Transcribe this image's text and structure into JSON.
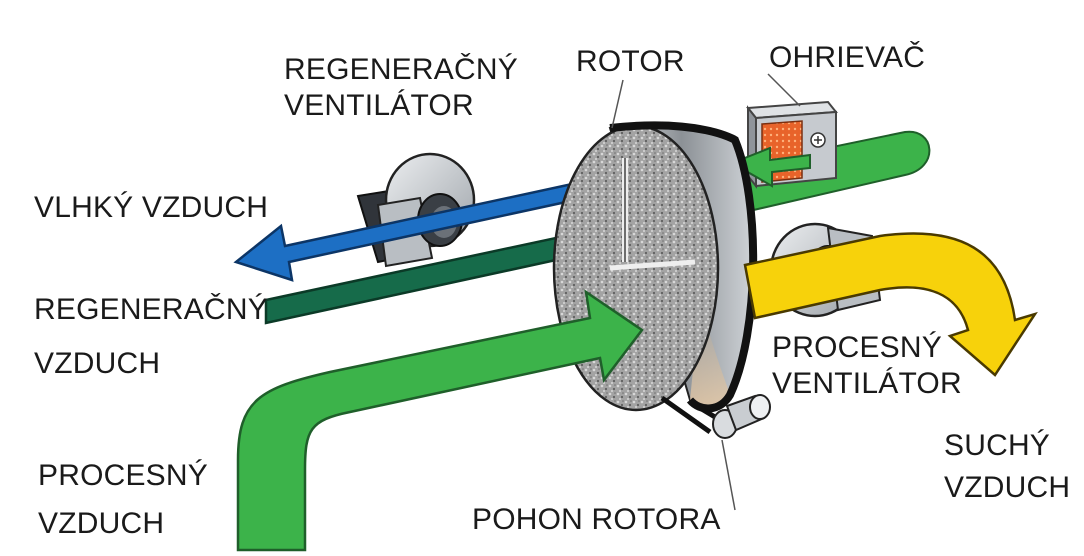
{
  "labels": {
    "regen_fan": [
      "REGENERAČNÝ",
      "VENTILÁTOR"
    ],
    "rotor": "ROTOR",
    "heater": "OHRIEVAČ",
    "humid_air": "VLHKÝ VZDUCH",
    "regen_air": [
      "REGENERAČNÝ",
      "VZDUCH"
    ],
    "process_fan": [
      "PROCESNÝ",
      "VENTILÁTOR"
    ],
    "dry_air": [
      "SUCHÝ",
      "VZDUCH"
    ],
    "process_air": [
      "PROCESNÝ",
      "VZDUCH"
    ],
    "rotor_drive": "POHON ROTORA"
  },
  "colors": {
    "process_air": "#3cb34a",
    "regen_air": "#166b4a",
    "humid_air": "#1d6fc4",
    "dry_air": "#f7d20b",
    "heater": "#e8632a",
    "fan_body": "#b9bec3",
    "rotor_face": "#9a9a9a",
    "belt": "#111111"
  }
}
